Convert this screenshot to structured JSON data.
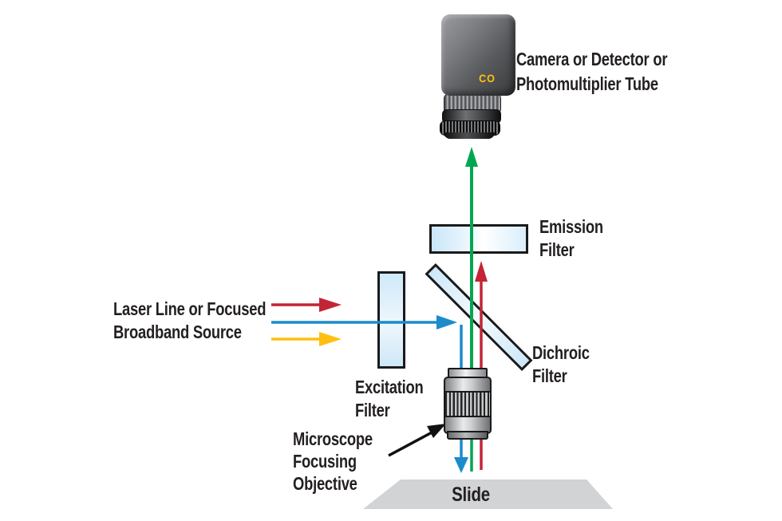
{
  "labels": {
    "camera": [
      "Camera or Detector or",
      "Photomultiplier Tube"
    ],
    "emission_filter": [
      "Emission",
      "Filter"
    ],
    "dichroic_filter": [
      "Dichroic",
      "Filter"
    ],
    "source": [
      "Laser Line or  Focused",
      "Broadband Source"
    ],
    "excitation_filter": [
      "Excitation",
      "Filter"
    ],
    "objective": [
      "Microscope",
      "Focusing",
      "Objective"
    ],
    "slide": "Slide",
    "camera_logo": "CO"
  },
  "colors": {
    "beam_red": "#c32536",
    "beam_blue": "#1b8bca",
    "beam_yellow": "#fdc010",
    "beam_green": "#00a651",
    "pointer_black": "#111111",
    "filter_glass": "#d6ecfa",
    "slide_gray": "#d1d3d4",
    "camera_logo_yellow": "#ffc20e",
    "text": "#231f20"
  }
}
